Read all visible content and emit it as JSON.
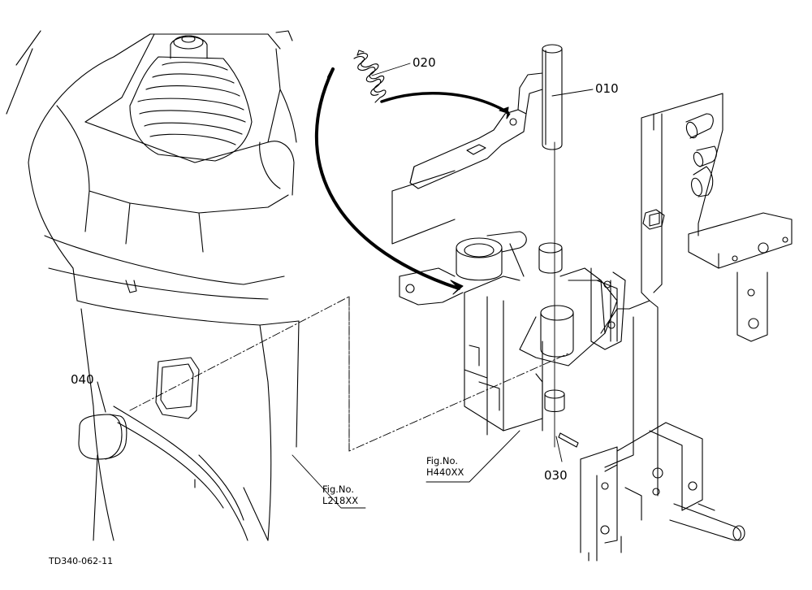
{
  "parts": {
    "p010": "010",
    "p020": "020",
    "p030": "030",
    "p040": "040"
  },
  "fig_refs": {
    "h": {
      "prefix": "Fig.No.",
      "code": "H440XX"
    },
    "l": {
      "prefix": "Fig.No.",
      "code": "L218XX"
    }
  },
  "drawing_id": "TD340-062-11"
}
